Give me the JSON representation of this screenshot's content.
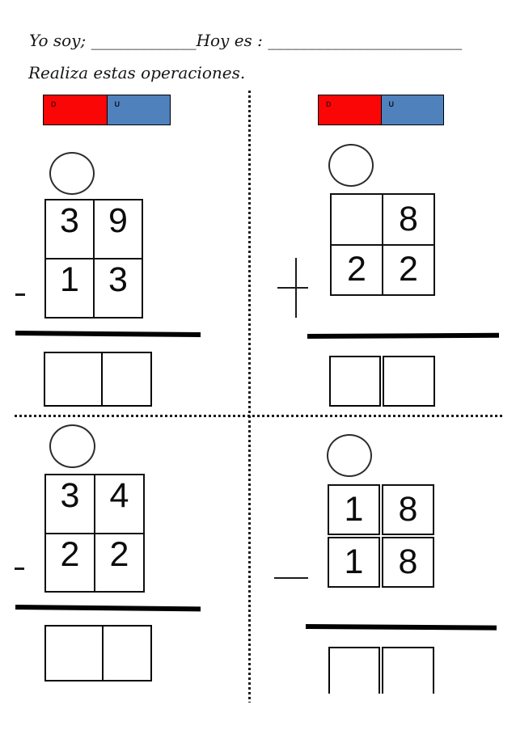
{
  "page": {
    "name_date_line": "Yo soy; _____________Hoy es : ________________________",
    "instruction": "Realiza estas operaciones."
  },
  "colors": {
    "tens_red": "#fb0606",
    "units_blue": "#4f81bd",
    "line_black": "#020202"
  },
  "place_value_header": {
    "tens_label": "D",
    "units_label": "U"
  },
  "problems": [
    {
      "position": "top-left",
      "operator": "−",
      "operator_name": "minus",
      "rows": [
        [
          "3",
          "9"
        ],
        [
          "1",
          "3"
        ]
      ]
    },
    {
      "position": "top-right",
      "operator": "+",
      "operator_name": "plus",
      "rows": [
        [
          "",
          "8"
        ],
        [
          "2",
          "2"
        ]
      ]
    },
    {
      "position": "bottom-left",
      "operator": "−",
      "operator_name": "minus",
      "rows": [
        [
          "3",
          "4"
        ],
        [
          "2",
          "2"
        ]
      ]
    },
    {
      "position": "bottom-right",
      "operator": "−",
      "operator_name": "minus",
      "rows": [
        [
          "1",
          "8"
        ],
        [
          "1",
          "8"
        ]
      ]
    }
  ]
}
